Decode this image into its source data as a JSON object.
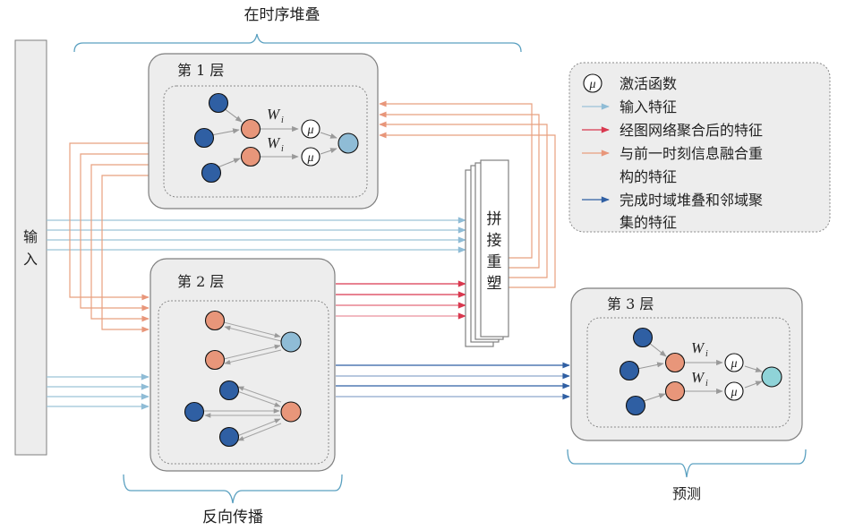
{
  "title_top": "在时序堆叠",
  "title_bottom_left": "反向传播",
  "title_bottom_right": "预测",
  "input_block": {
    "label_lines": [
      "输",
      "入"
    ]
  },
  "concat_block": {
    "label_lines": [
      "拼",
      "接",
      "重",
      "塑"
    ]
  },
  "layers": [
    {
      "id": "layer1",
      "label": "第 1 层",
      "weight_label": "W",
      "weight_sub": "i",
      "activation_label": "μ"
    },
    {
      "id": "layer2",
      "label": "第 2 层"
    },
    {
      "id": "layer3",
      "label": "第 3 层",
      "weight_label": "W",
      "weight_sub": "i",
      "activation_label": "μ"
    }
  ],
  "legend": {
    "activation_symbol": "μ",
    "items": [
      {
        "kind": "circle",
        "label_lines": [
          "激活函数"
        ]
      },
      {
        "kind": "arrow",
        "color": "#9cc3d8",
        "label_lines": [
          "输入特征"
        ]
      },
      {
        "kind": "arrow",
        "color": "#d9384f",
        "label_lines": [
          "经图网络聚合后的特征"
        ]
      },
      {
        "kind": "arrow",
        "color": "#e8a07f",
        "label_lines": [
          "与前一时刻信息融合重",
          "构的特征"
        ]
      },
      {
        "kind": "arrow",
        "color": "#2f5fa3",
        "label_lines": [
          "完成时域堆叠和邻域聚",
          "集的特征"
        ]
      }
    ]
  },
  "colors": {
    "input_feature": "#9cc3d8",
    "aggregated_feature": "#d9384f",
    "fused_feature": "#e8a07f",
    "stacked_feature": "#2f5fa3",
    "node_dark_blue": "#2f5fa3",
    "node_orange": "#e8967a",
    "node_light_blue": "#8fbcd6",
    "node_cyan": "#8fd3d8",
    "bracket": "#5aa0c0",
    "panel_fill": "#ededed",
    "panel_stroke": "#7f7f7f"
  }
}
